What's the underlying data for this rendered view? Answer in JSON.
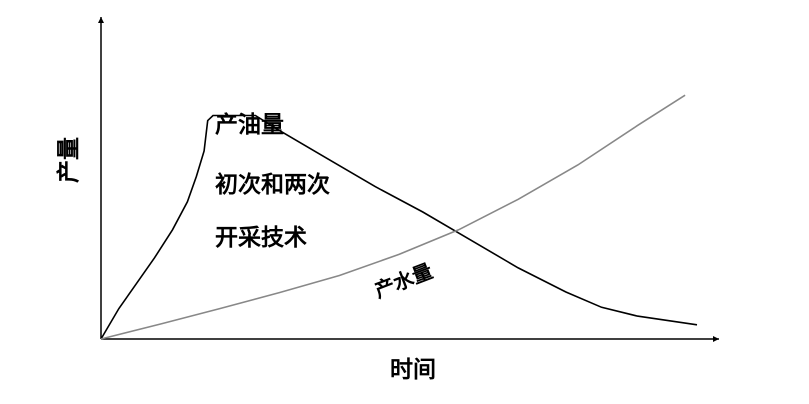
{
  "chart_data": {
    "type": "line",
    "xlabel": "时间",
    "ylabel": "产量",
    "grid": false,
    "legend": "none",
    "xlim": [
      0,
      100
    ],
    "ylim": [
      0,
      100
    ],
    "annotations": {
      "oil_line1": "产油量",
      "oil_line2": "初次和两次",
      "oil_line3": "开采技术",
      "water": "产水量"
    },
    "series": [
      {
        "key": "oil",
        "color": "#000000",
        "points": [
          [
            0,
            0
          ],
          [
            3,
            12
          ],
          [
            6,
            22
          ],
          [
            9,
            32
          ],
          [
            12,
            43
          ],
          [
            14.5,
            54
          ],
          [
            16,
            64
          ],
          [
            17.3,
            74
          ],
          [
            17.9,
            86
          ],
          [
            18.8,
            88
          ],
          [
            25.9,
            88
          ],
          [
            30,
            82
          ],
          [
            38,
            71
          ],
          [
            46,
            60
          ],
          [
            54,
            50
          ],
          [
            62,
            39
          ],
          [
            70,
            28
          ],
          [
            78,
            18.5
          ],
          [
            84,
            12.5
          ],
          [
            90,
            9
          ],
          [
            100,
            5.6
          ]
        ]
      },
      {
        "key": "water",
        "color": "#888888",
        "points": [
          [
            0,
            0
          ],
          [
            10,
            5.9
          ],
          [
            20,
            12
          ],
          [
            30,
            18.3
          ],
          [
            40,
            25
          ],
          [
            50,
            33.3
          ],
          [
            60,
            43
          ],
          [
            70,
            55
          ],
          [
            80,
            68.5
          ],
          [
            90,
            84
          ],
          [
            98,
            96
          ]
        ]
      }
    ]
  }
}
